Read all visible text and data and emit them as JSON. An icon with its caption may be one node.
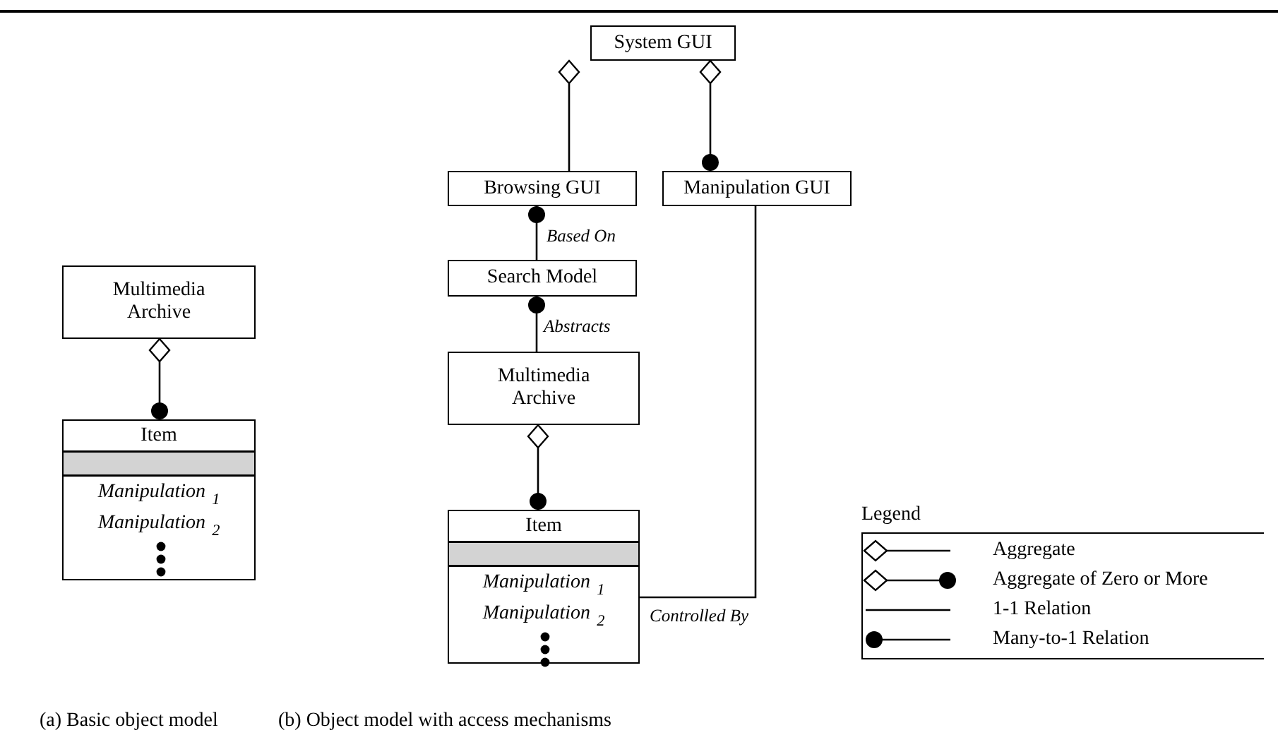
{
  "diagram": {
    "nodes": [
      {
        "text": [
          "Multimedia Archive"
        ]
      },
      {
        "text": [
          "Item",
          "Manipulation $_{1}$",
          "Manipulation $_{2}$"
        ]
      },
      {
        "text": [
          "System GUI"
        ]
      },
      {
        "text": [
          "Browsing GUI"
        ]
      },
      {
        "text": [
          "Manipulation GUI"
        ]
      },
      {
        "text": [
          "Search Model"
        ]
      },
      {
        "text": [
          "Multimedia Archive"
        ]
      },
      {
        "text": [
          "Item",
          "Manipulation $_{1}$",
          "Manipulation $_{2}$"
        ]
      }
    ],
    "edges": [
      {
        "from": 0,
        "to": 1,
        "arrow": "other"
      },
      {
        "from": 2,
        "to": 3,
        "arrow": "other"
      },
      {
        "from": 2,
        "to": 4,
        "arrow": "other"
      },
      {
        "from": 3,
        "to": 5,
        "arrow": "other",
        "label": "Based On"
      },
      {
        "from": 5,
        "to": 6,
        "arrow": "other",
        "label": "Abstracts"
      },
      {
        "from": 6,
        "to": 7,
        "arrow": "other"
      },
      {
        "from": 4,
        "to": 7,
        "arrow": "none",
        "label": "Controlled By"
      }
    ],
    "labels": [
      "Legend",
      "(a) Basic object model",
      "(b) Object model with access mechanisms"
    ],
    "legend": [
      {
        "text": "Aggregate"
      },
      {
        "text": "Aggregate of Zero or More"
      },
      {
        "text": "1-1 Relation"
      },
      {
        "text": "Many-to-1 Relation"
      }
    ]
  }
}
